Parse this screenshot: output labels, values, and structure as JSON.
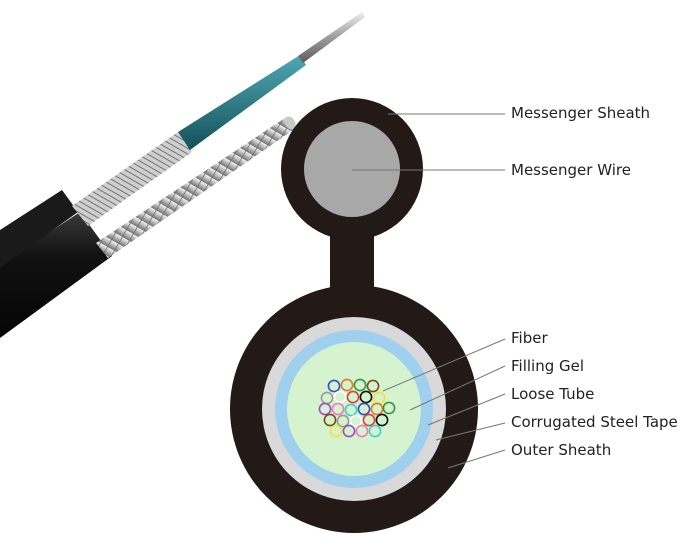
{
  "labels": {
    "messenger_sheath": "Messenger Sheath",
    "messenger_wire": "Messenger Wire",
    "fiber": "Fiber",
    "filling_gel": "Filling Gel",
    "loose_tube": "Loose Tube",
    "corrugated_steel_tape": "Corrugated Steel Tape",
    "outer_sheath": "Outer Sheath"
  },
  "colors": {
    "sheath": "#231a17",
    "messenger_wire": "#a8a8a8",
    "steel_tape": "#d9d9d9",
    "loose_tube": "#9fd0ee",
    "filling_gel": "#d6f3cf",
    "teal_jacket": "#1f6f7a",
    "leader_line": "#777777"
  },
  "fiber_colors": [
    "#3a4bd0",
    "#e07a2a",
    "#2e9a3b",
    "#7a4a1f",
    "#9a9a9a",
    "#ffffff",
    "#e23b3b",
    "#111111",
    "#f2e23a",
    "#a04ad0",
    "#f07ab8",
    "#3bd0d0"
  ]
}
